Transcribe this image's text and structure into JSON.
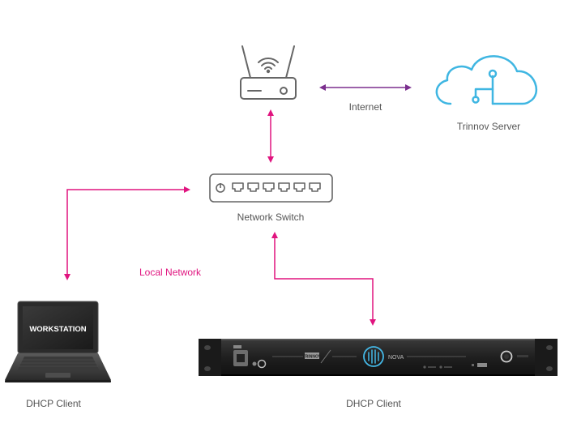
{
  "labels": {
    "internet": "Internet",
    "server": "Trinnov Server",
    "switch": "Network Switch",
    "local_network": "Local Network",
    "laptop_client": "DHCP Client",
    "device_client": "DHCP Client",
    "laptop_screen": "WORKSTATION",
    "device_name": "NOVA",
    "device_brand": "TRINNOV"
  },
  "colors": {
    "local_link": "#e0147f",
    "internet_link": "#7b2f8e",
    "cloud": "#3fb6e2",
    "icon_stroke": "#666666",
    "device_accent": "#44b9e8"
  },
  "icons": {
    "router": "router-icon",
    "cloud": "cloud-icon",
    "switch": "network-switch-icon",
    "laptop": "laptop-icon",
    "device": "rack-processor-icon"
  }
}
